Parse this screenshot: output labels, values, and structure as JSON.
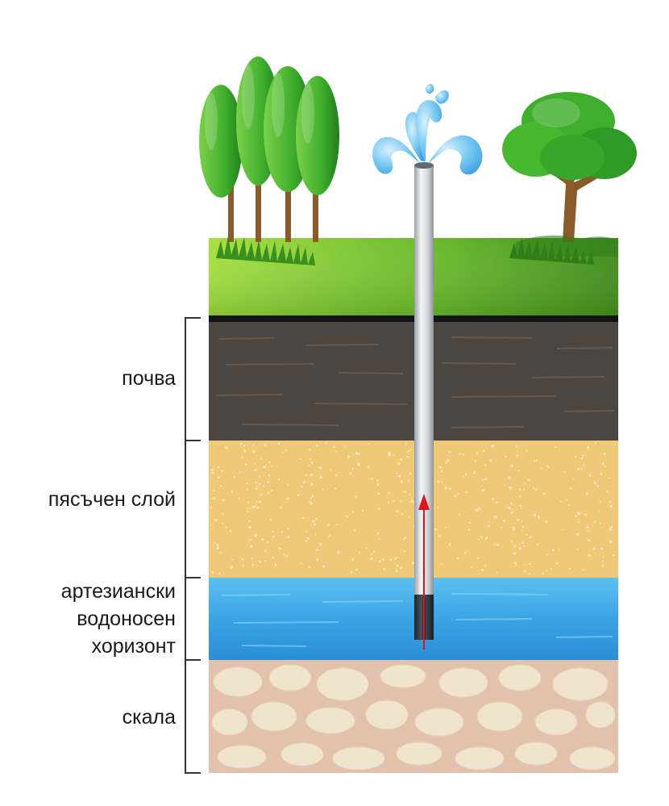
{
  "labels": {
    "soil": "почва",
    "sand": "пясъчен слой",
    "aquifer": [
      "артезиански",
      "водоносен",
      "хоризонт"
    ],
    "rock": "скала"
  },
  "colors": {
    "grass_light": "#a6e03f",
    "grass_dark": "#3f8a1a",
    "soil": "#4d4640",
    "sand": "#efc878",
    "water": "#3ea6e6",
    "rock": "#e3c2ad",
    "pipe": "#c9ccd0",
    "flow_arrow": "#e0141e",
    "fountain": "#6fc2ee"
  },
  "icons": [
    "tree-icon",
    "fountain-icon",
    "flow-arrow-icon"
  ]
}
